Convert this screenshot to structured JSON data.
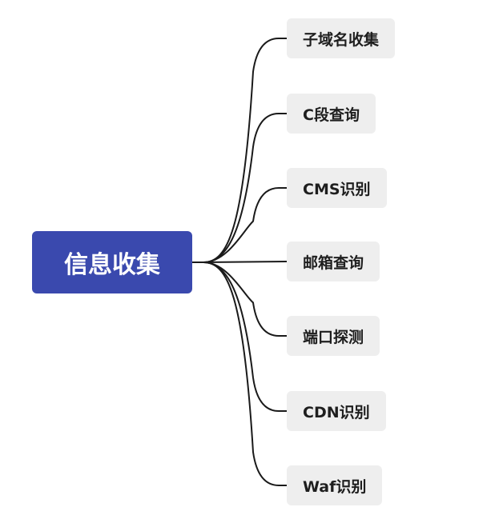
{
  "root": {
    "label": "信息收集"
  },
  "children": [
    {
      "label": "子域名收集"
    },
    {
      "label": "C段查询"
    },
    {
      "label": "CMS识别"
    },
    {
      "label": "邮箱查询"
    },
    {
      "label": "端口探测"
    },
    {
      "label": "CDN识别"
    },
    {
      "label": "Waf识别"
    }
  ],
  "colors": {
    "root_fill": "#3a49ae",
    "child_fill": "#eeeeee",
    "connector": "#1a1a1a"
  }
}
